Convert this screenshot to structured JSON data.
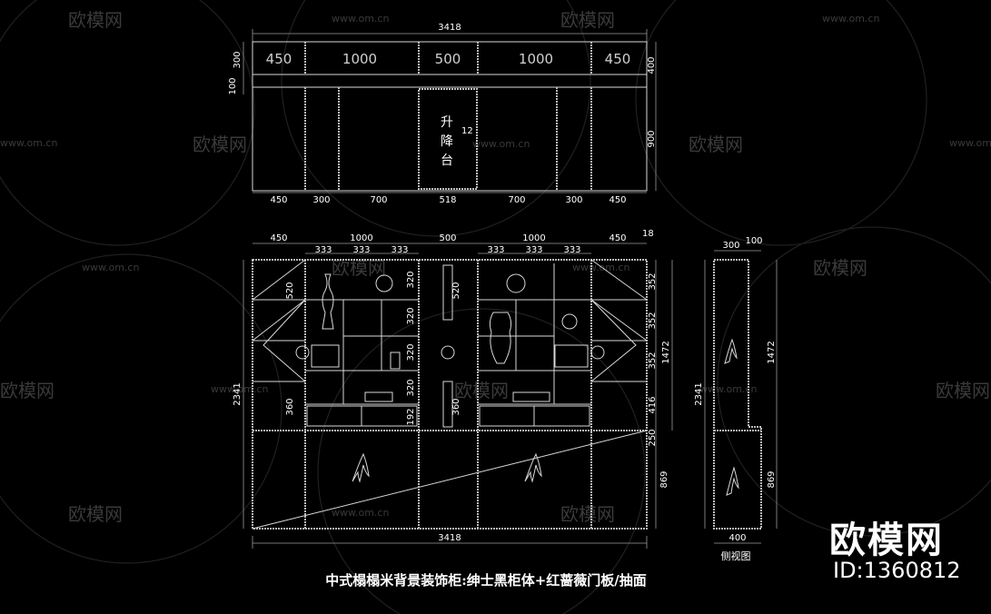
{
  "watermarks": {
    "brand": "欧模网",
    "url": "www.om.cn"
  },
  "top_view": {
    "overall_width": "3418",
    "top_widths": [
      "450",
      "1000",
      "500",
      "1000",
      "450"
    ],
    "left_heights": [
      "300",
      "100"
    ],
    "right_heights": [
      "400",
      "900"
    ],
    "bottom_widths": [
      "450",
      "300",
      "700",
      "518",
      "700",
      "300",
      "450"
    ],
    "center_label": [
      "升",
      "降",
      "台"
    ],
    "center_note": "12"
  },
  "front_view": {
    "top_widths": [
      "450",
      "1000",
      "500",
      "1000",
      "450"
    ],
    "top_right_note": "18",
    "sub_widths_left": [
      "333",
      "333",
      "333"
    ],
    "sub_widths_right": [
      "333",
      "333",
      "333"
    ],
    "left_total_height": "2341",
    "right_heights": [
      "352",
      "352",
      "352",
      "416",
      "250",
      "869"
    ],
    "right_middle_total": "1472",
    "shelf_heights": [
      "320",
      "320",
      "320",
      "320",
      "192"
    ],
    "side_small": [
      "520",
      "520",
      "360",
      "360"
    ],
    "bottom_width": "3418"
  },
  "side_view": {
    "top_widths": [
      "300",
      "100"
    ],
    "left_height": "2341",
    "right_heights": [
      "1472",
      "869"
    ],
    "bottom_width": "400",
    "label": "侧视图"
  },
  "caption": "中式榻榻米背景装饰柜:绅士黑柜体+红蔷薇门板/抽面",
  "brand_logo": "欧模网",
  "brand_id": "ID:1360812"
}
